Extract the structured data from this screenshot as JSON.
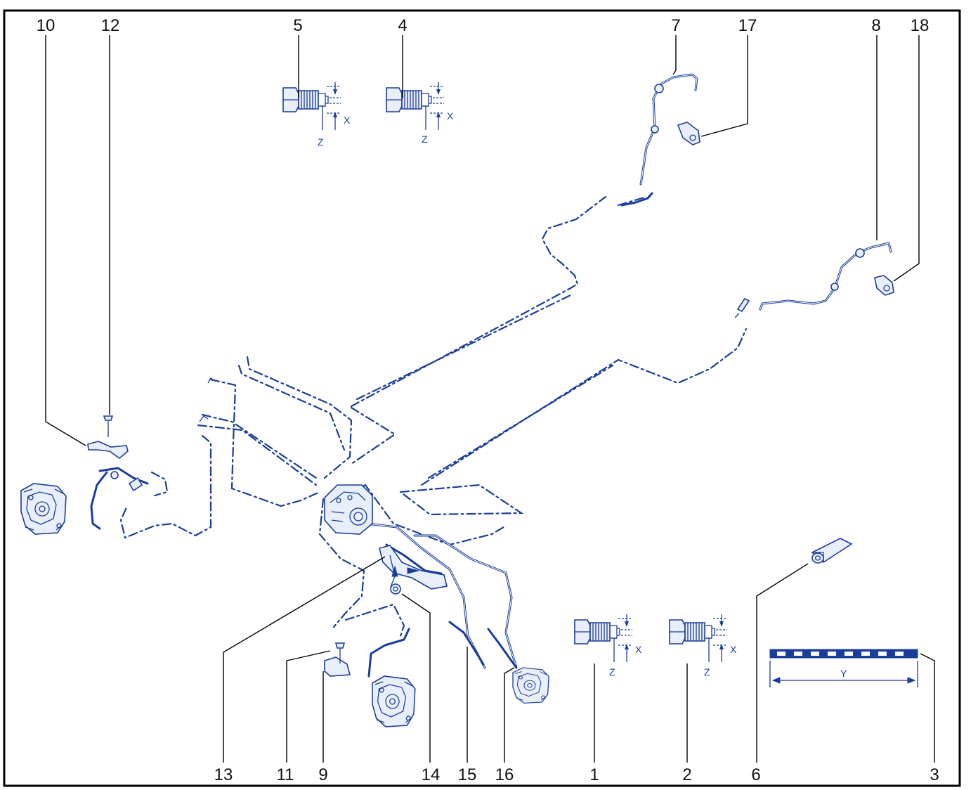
{
  "colors": {
    "line": "#1a3d9c",
    "frame": "#000000",
    "label": "#111111"
  },
  "top_labels": [
    {
      "key": "p10",
      "text": "10"
    },
    {
      "key": "p12",
      "text": "12"
    },
    {
      "key": "p5",
      "text": "5"
    },
    {
      "key": "p4",
      "text": "4"
    },
    {
      "key": "p7",
      "text": "7"
    },
    {
      "key": "p17",
      "text": "17"
    },
    {
      "key": "p8",
      "text": "8"
    },
    {
      "key": "p18",
      "text": "18"
    }
  ],
  "bottom_labels": [
    {
      "key": "p13",
      "text": "13"
    },
    {
      "key": "p11",
      "text": "11"
    },
    {
      "key": "p9",
      "text": "9"
    },
    {
      "key": "p14",
      "text": "14"
    },
    {
      "key": "p15",
      "text": "15"
    },
    {
      "key": "p16",
      "text": "16"
    },
    {
      "key": "p1",
      "text": "1"
    },
    {
      "key": "p2",
      "text": "2"
    },
    {
      "key": "p6",
      "text": "6"
    },
    {
      "key": "p3",
      "text": "3"
    }
  ],
  "dimension_labels": {
    "x": "X",
    "z": "Z",
    "y": "Y"
  }
}
